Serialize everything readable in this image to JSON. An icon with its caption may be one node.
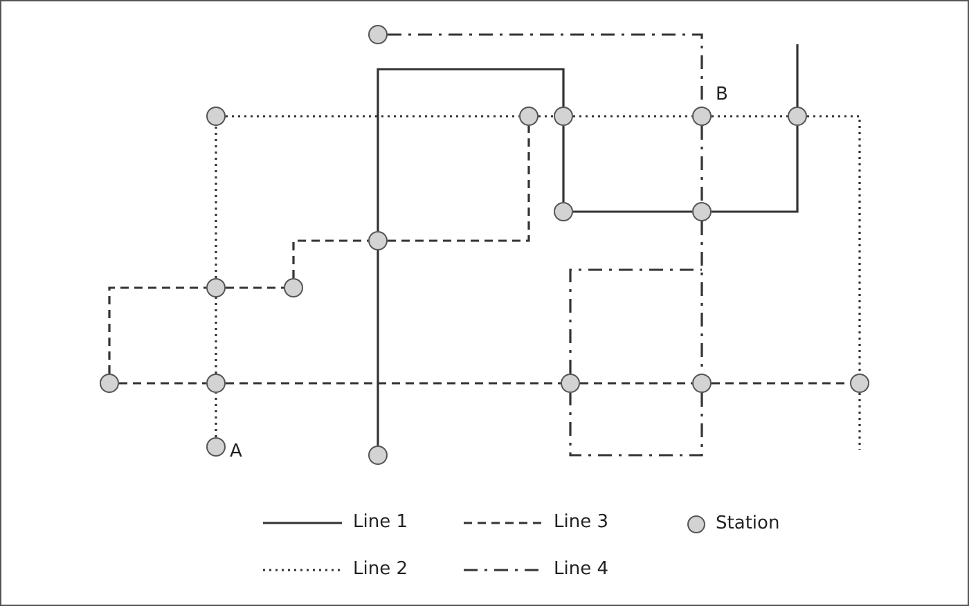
{
  "diagram": {
    "nodes": [
      {
        "text": [],
        "shape": "circle"
      },
      {
        "text": [],
        "shape": "circle"
      },
      {
        "text": [],
        "shape": "circle"
      },
      {
        "text": [],
        "shape": "circle"
      },
      {
        "text": [],
        "shape": "circle",
        "beside": [
          "B"
        ]
      },
      {
        "text": [],
        "shape": "circle"
      },
      {
        "text": [],
        "shape": "circle"
      },
      {
        "text": [],
        "shape": "circle"
      },
      {
        "text": [],
        "shape": "circle"
      },
      {
        "text": [],
        "shape": "circle"
      },
      {
        "text": [],
        "shape": "circle"
      },
      {
        "text": [],
        "shape": "circle"
      },
      {
        "text": [],
        "shape": "circle"
      },
      {
        "text": [],
        "shape": "circle"
      },
      {
        "text": [],
        "shape": "circle"
      },
      {
        "text": [],
        "shape": "circle"
      },
      {
        "text": [],
        "shape": "circle",
        "beside": [
          "A"
        ]
      },
      {
        "text": [],
        "shape": "circle"
      }
    ],
    "edges": [
      {
        "from": 17,
        "to": 8,
        "arrow": "none"
      },
      {
        "from": 8,
        "to": 3,
        "arrow": "none"
      },
      {
        "from": 3,
        "to": 6,
        "arrow": "none"
      },
      {
        "from": 6,
        "to": 7,
        "arrow": "none"
      },
      {
        "from": 7,
        "to": 5,
        "arrow": "none"
      },
      {
        "from": 5,
        "to": null,
        "arrow": "none"
      },
      {
        "from": 16,
        "to": 12,
        "arrow": "none",
        "style": "dashed"
      },
      {
        "from": 12,
        "to": 9,
        "arrow": "none",
        "style": "dashed"
      },
      {
        "from": 9,
        "to": 1,
        "arrow": "none",
        "style": "dashed"
      },
      {
        "from": 1,
        "to": 2,
        "arrow": "none",
        "style": "dashed"
      },
      {
        "from": 2,
        "to": 3,
        "arrow": "none",
        "style": "dashed"
      },
      {
        "from": 3,
        "to": 4,
        "arrow": "none",
        "style": "dashed"
      },
      {
        "from": 4,
        "to": 5,
        "arrow": "none",
        "style": "dashed"
      },
      {
        "from": 5,
        "to": 15,
        "arrow": "none",
        "style": "dashed"
      },
      {
        "from": 15,
        "to": null,
        "arrow": "none",
        "style": "dashed"
      },
      {
        "from": 11,
        "to": 9,
        "arrow": "none",
        "style": "dashed"
      },
      {
        "from": 9,
        "to": 10,
        "arrow": "none",
        "style": "dashed"
      },
      {
        "from": 10,
        "to": 8,
        "arrow": "none",
        "style": "dashed"
      },
      {
        "from": 8,
        "to": 2,
        "arrow": "none",
        "style": "dashed"
      },
      {
        "from": 11,
        "to": 12,
        "arrow": "none",
        "style": "dashed"
      },
      {
        "from": 12,
        "to": 13,
        "arrow": "none",
        "style": "dashed"
      },
      {
        "from": 13,
        "to": 14,
        "arrow": "none",
        "style": "dashed"
      },
      {
        "from": 14,
        "to": 15,
        "arrow": "none",
        "style": "dashed"
      },
      {
        "from": 0,
        "to": 4,
        "arrow": "none",
        "style": "dashed"
      },
      {
        "from": 4,
        "to": 7,
        "arrow": "none",
        "style": "dashed"
      },
      {
        "from": 7,
        "to": 14,
        "arrow": "none",
        "style": "dashed"
      },
      {
        "from": 14,
        "to": 13,
        "arrow": "none",
        "style": "dashed"
      },
      {
        "from": 13,
        "to": null,
        "arrow": "none",
        "style": "dashed"
      }
    ],
    "legend": [
      {
        "text": "Line 1"
      },
      {
        "text": "Line 3"
      },
      {
        "text": "Station"
      },
      {
        "text": "Line 2"
      },
      {
        "text": "Line 4"
      }
    ]
  }
}
